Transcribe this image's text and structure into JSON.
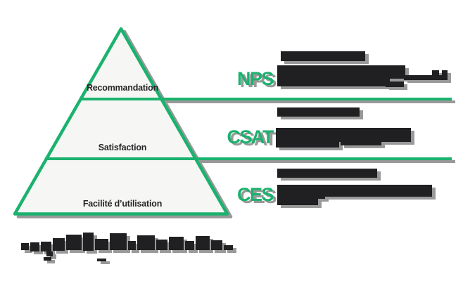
{
  "colors": {
    "accent_green": "#1AB26E",
    "redacted_dark": "#202023",
    "pyramid_fill": "#F6F6F4",
    "page_background": "#FFFFFF"
  },
  "pyramid": {
    "levels": [
      {
        "label": "Recommandation",
        "metric": "NPS"
      },
      {
        "label": "Satisfaction",
        "metric": "CSAT"
      },
      {
        "label": "Facilité d’utilisation",
        "metric": "CES"
      }
    ]
  },
  "metrics": [
    {
      "abbr": "NPS",
      "description_redacted": true
    },
    {
      "abbr": "CSAT",
      "description_redacted": true
    },
    {
      "abbr": "CES",
      "description_redacted": true
    }
  ],
  "footer": {
    "handwritten_note_redacted": true
  }
}
